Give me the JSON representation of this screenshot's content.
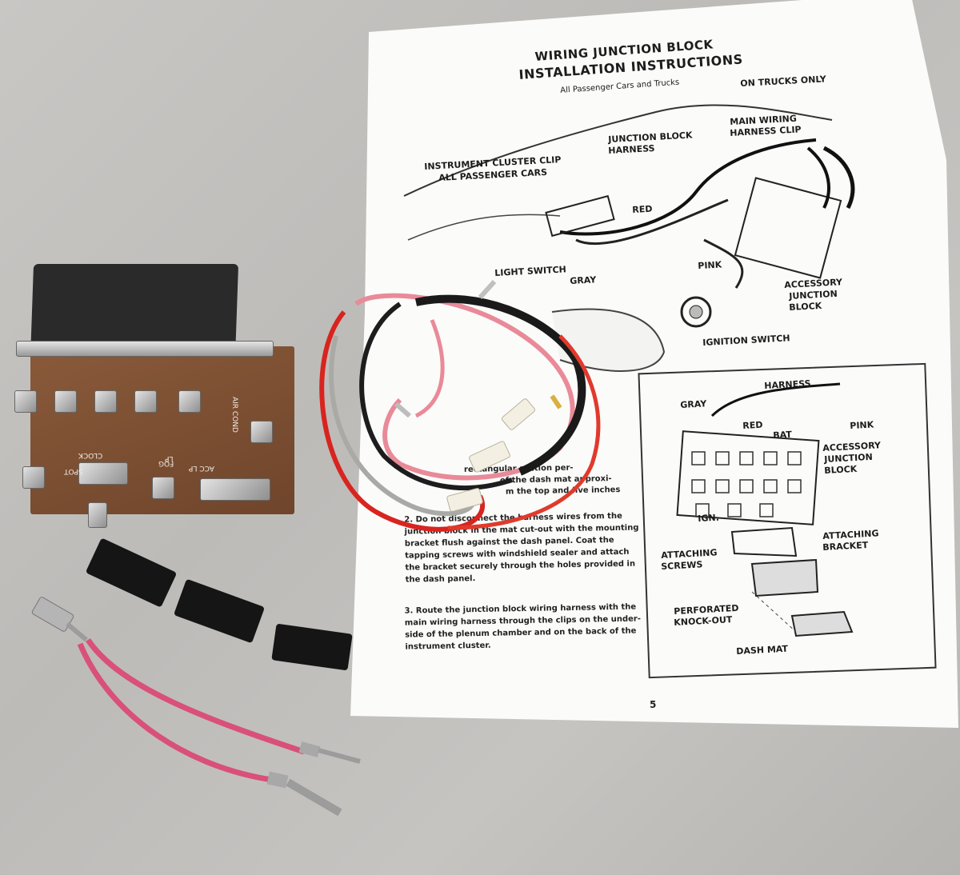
{
  "sheet": {
    "title_line1": "WIRING JUNCTION BLOCK",
    "title_line2": "INSTALLATION INSTRUCTIONS",
    "subtitle": "All Passenger Cars and Trucks",
    "labels": {
      "on_trucks_only": "ON TRUCKS ONLY",
      "main_wiring_1": "MAIN WIRING",
      "main_wiring_2": "HARNESS CLIP",
      "junction_harness_1": "JUNCTION BLOCK",
      "junction_harness_2": "HARNESS",
      "cluster_clip_1": "INSTRUMENT CLUSTER CLIP",
      "cluster_clip_2": "ALL PASSENGER CARS",
      "red": "RED",
      "light_switch": "LIGHT SWITCH",
      "gray": "GRAY",
      "pink": "PINK",
      "accessory_1": "ACCESSORY",
      "accessory_2": "JUNCTION",
      "accessory_3": "BLOCK",
      "ignition_switch": "IGNITION SWITCH"
    },
    "inset": {
      "harness": "HARNESS",
      "gray": "GRAY",
      "red": "RED",
      "bat": "BAT",
      "pink": "PINK",
      "accessory_1": "ACCESSORY",
      "accessory_2": "JUNCTION",
      "accessory_3": "BLOCK",
      "ign": "IGN.",
      "attaching_1": "ATTACHING",
      "attaching_2": "BRACKET",
      "screws_1": "ATTACHING",
      "screws_2": "SCREWS",
      "knock_1": "PERFORATED",
      "knock_2": "KNOCK-OUT",
      "dash_mat": "DASH MAT"
    },
    "steps": {
      "step1a": "rectangular section per-",
      "step1b": "of the dash mat approxi-",
      "step1c": "m the top and five inches",
      "step2": "2. Do not disconnect the harness wires from the junction block in the mat cut-out with the mounting bracket flush against the dash panel. Coat the tapping screws with windshield sealer and attach the bracket securely through the holes provided in the dash panel.",
      "step3": "3. Route the junction block wiring harness with the main wiring harness through the clips on the under-side of the plenum chamber and on the back of the instrument cluster."
    },
    "page_number": "5"
  },
  "board": {
    "labels": {
      "air_cond": "AIR COND",
      "clock": "CLOCK",
      "fog": "FOG",
      "acc_lp": "ACC LP",
      "spot": "SPOT",
      "lp": "LP"
    }
  }
}
